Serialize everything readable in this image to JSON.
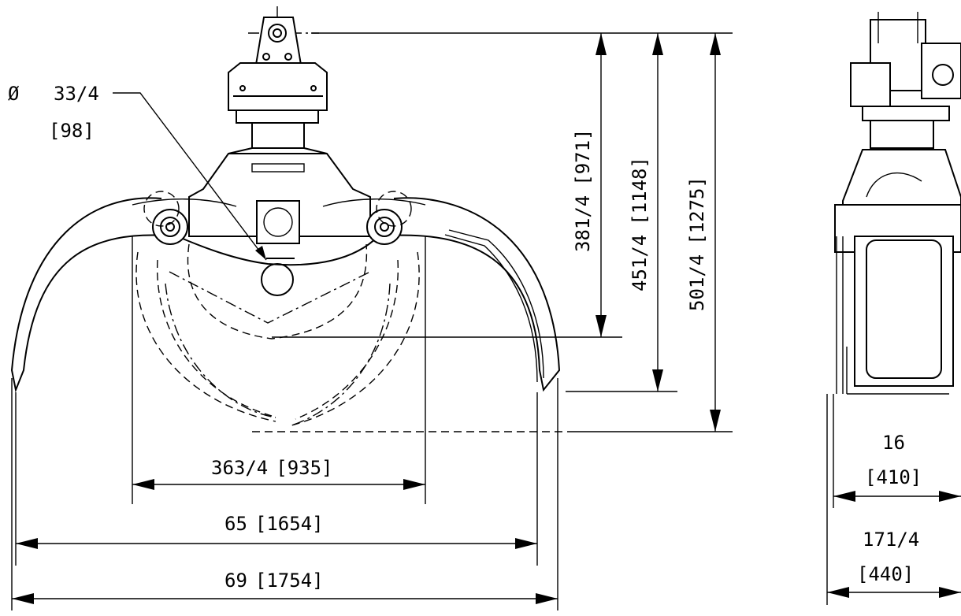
{
  "front_view": {
    "pin_diameter": {
      "symbol": "Ø",
      "inch": "33/4",
      "mm": "[98]"
    },
    "heights": [
      {
        "inch": "381/4",
        "mm": "[971]"
      },
      {
        "inch": "451/4",
        "mm": "[1148]"
      },
      {
        "inch": "501/4",
        "mm": "[1275]"
      }
    ],
    "widths": [
      {
        "inch": "363/4",
        "mm": "[935]"
      },
      {
        "inch": "65",
        "mm": "[1654]"
      },
      {
        "inch": "69",
        "mm": "[1754]"
      }
    ]
  },
  "side_view": {
    "widths": [
      {
        "inch": "16",
        "mm": "[410]"
      },
      {
        "inch": "171/4",
        "mm": "[440]"
      }
    ]
  }
}
